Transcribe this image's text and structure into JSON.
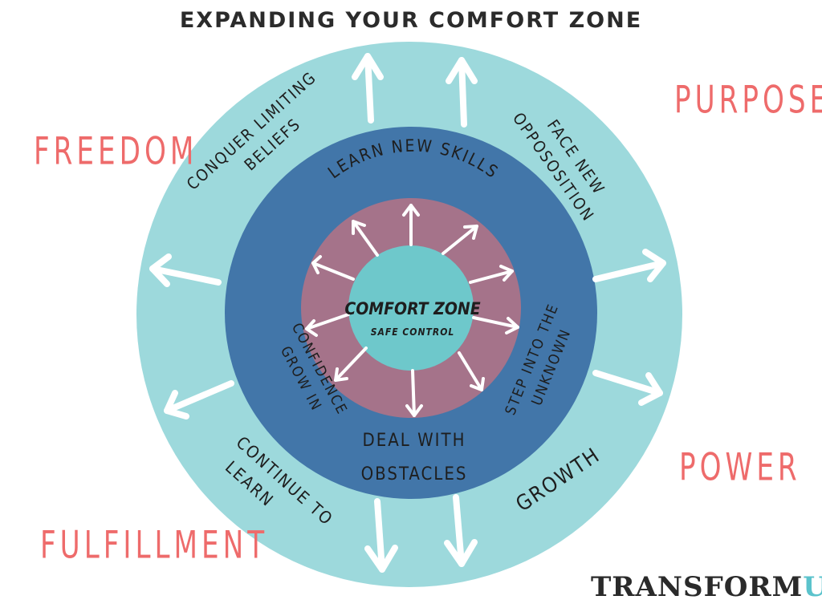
{
  "title": "EXPANDING YOUR COMFORT ZONE",
  "center": {
    "title": "COMFORT ZONE",
    "subtitle": "SAFE CONTROL"
  },
  "inner_ring": {
    "top": "LEARN NEW SKILLS",
    "left": [
      "GROW IN",
      "CONFIDENCE"
    ],
    "right": [
      "STEP INTO THE",
      "UNKNOWN"
    ],
    "bottom": [
      "DEAL WITH",
      "OBSTACLES"
    ]
  },
  "outer_ring": {
    "top_left": [
      "CONQUER LIMITING",
      "BELIEFS"
    ],
    "top_right": [
      "FACE NEW",
      "OPPOSOSITION"
    ],
    "bottom_left": [
      "CONTINUE TO",
      "LEARN"
    ],
    "bottom_right": "GROWTH"
  },
  "outcomes": {
    "freedom": "FREEDOM",
    "purpose": "PURPOSE",
    "power": "POWER",
    "fulfillment": "FULFILLMENT"
  },
  "brand": {
    "main": "TRANSFORM",
    "accent": "U"
  },
  "colors": {
    "outer_ring": "#9dd9dc",
    "middle_ring": "#4276a9",
    "inner_ring": "#a5738a",
    "core": "#6ec8cb",
    "outcome_text": "#ee6b6b",
    "arrow": "#ffffff"
  }
}
